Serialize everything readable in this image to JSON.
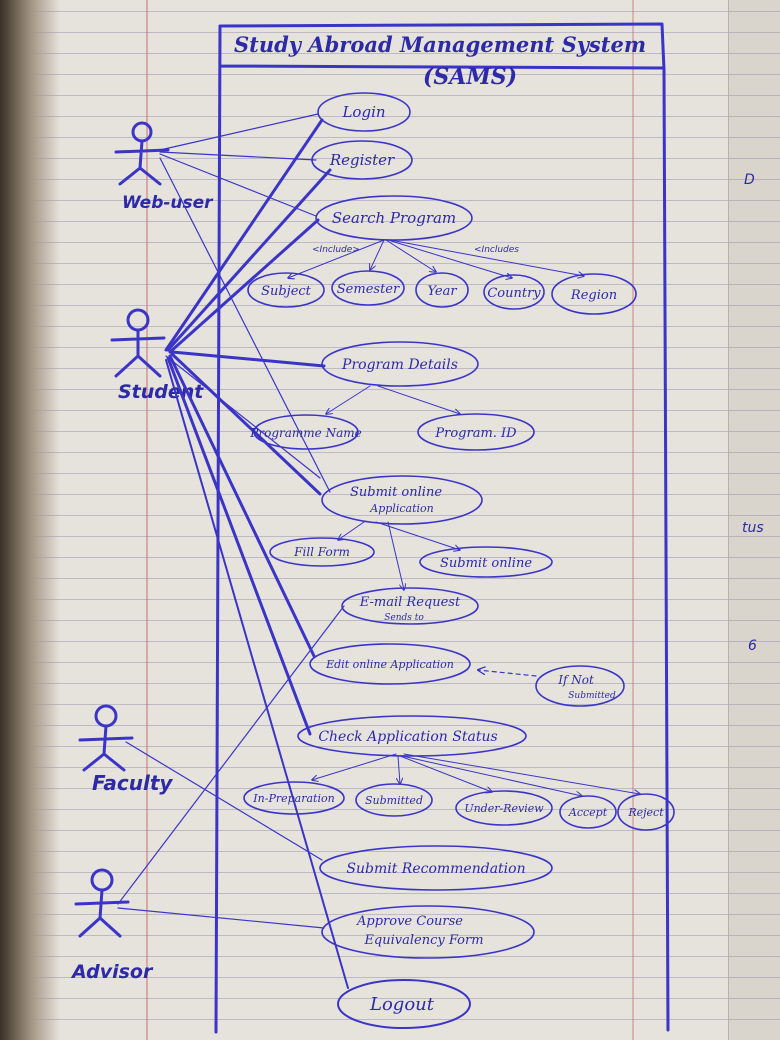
{
  "title": {
    "line1": "Study Abroad Management System",
    "line2": "(SAMS)"
  },
  "actors": {
    "web_user": "Web-user",
    "student": "Student",
    "faculty": "Faculty",
    "advisor": "Advisor"
  },
  "use_cases": {
    "login": "Login",
    "register": "Register",
    "search_program": "Search Program",
    "subject": "Subject",
    "semester": "Semester",
    "year": "Year",
    "country": "Country",
    "region": "Region",
    "program_details": "Program Details",
    "programme_name": "Programme Name",
    "program_id": "Program. ID",
    "submit_online_application": [
      "Submit online",
      "Application"
    ],
    "fill_form": "Fill Form",
    "submit_online": "Submit online",
    "email_request": [
      "E-mail Request",
      "Sends to"
    ],
    "edit_online_application": "Edit online Application",
    "if_not_submitted": [
      "If Not",
      "Submitted"
    ],
    "check_application_status": "Check Application Status",
    "in_preparation": "In-Preparation",
    "submitted": "Submitted",
    "under_review": "Under-Review",
    "accept": "Accept",
    "reject": "Reject",
    "submit_recommendation": "Submit Recommendation",
    "approve_course_equivalency": [
      "Approve Course",
      "Equivalency Form"
    ],
    "logout": "Logout"
  },
  "edge_labels": {
    "include_left": "<Include>",
    "include_right": "<Includes"
  },
  "side_notes": {
    "top": "D",
    "middle": "tus",
    "lower": "6"
  },
  "colors": {
    "ink": "#3b35c7",
    "paper": "#e6e2dc",
    "ruled_lines": "#7878a0",
    "margin_line": "#cd7878"
  }
}
